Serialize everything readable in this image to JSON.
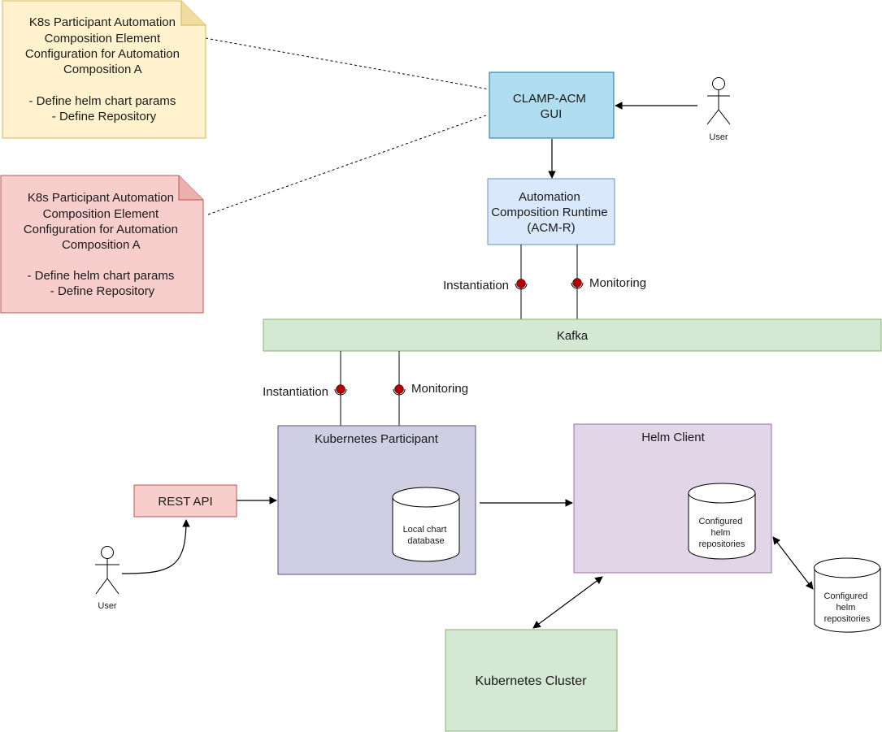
{
  "notes": {
    "yellow": {
      "lines": [
        "K8s Participant Automation",
        "Composition Element",
        "Configuration for Automation",
        "Composition A",
        "",
        "- Define helm chart params",
        "- Define Repository"
      ]
    },
    "red": {
      "lines": [
        "K8s Participant Automation",
        "Composition Element",
        "Configuration for Automation",
        "Composition A",
        "",
        "- Define helm chart params",
        "- Define Repository"
      ]
    }
  },
  "boxes": {
    "clamp_gui": {
      "lines": [
        "CLAMP-ACM",
        "GUI"
      ]
    },
    "acm_runtime": {
      "lines": [
        "Automation",
        "Composition Runtime",
        "(ACM-R)"
      ]
    },
    "kafka": {
      "label": "Kafka"
    },
    "k8s_participant": {
      "label": "Kubernetes Participant"
    },
    "helm_client": {
      "label": "Helm Client"
    },
    "rest_api": {
      "label": "REST API"
    },
    "k8s_cluster": {
      "label": "Kubernetes Cluster"
    }
  },
  "databases": {
    "local_chart": {
      "lines": [
        "Local chart",
        "database"
      ]
    },
    "helm_repos_inner": {
      "lines": [
        "Configured",
        "helm",
        "repositories"
      ]
    },
    "helm_repos_outer": {
      "lines": [
        "Configured",
        "helm",
        "repositories"
      ]
    }
  },
  "interfaces": {
    "top_instantiation": "Instantiation",
    "top_monitoring": "Monitoring",
    "bottom_instantiation": "Instantiation",
    "bottom_monitoring": "Monitoring"
  },
  "actors": {
    "top_user": "User",
    "bottom_user": "User"
  },
  "colors": {
    "yellow_fill": "#fff2cc",
    "yellow_stroke": "#d6b656",
    "red_fill": "#f8cecc",
    "red_stroke": "#b85450",
    "blue_fill": "#b1ddf0",
    "blue_stroke": "#10739e",
    "lightblue_fill": "#dae8fc",
    "lightblue_stroke": "#6c8ebf",
    "green_fill": "#d5e8d4",
    "green_stroke": "#82b366",
    "purple_fill": "#d0cee2",
    "purple_stroke": "#56517e",
    "lavender_fill": "#e1d5e7",
    "lavender_stroke": "#9673a6",
    "port_fill": "#b20000"
  }
}
